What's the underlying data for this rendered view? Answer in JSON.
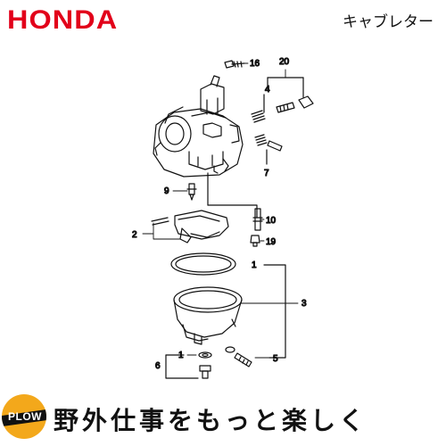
{
  "brand": {
    "logo": "HONDA",
    "color": "#e2001a"
  },
  "product_title": "キャブレター",
  "diagram": {
    "callouts": [
      {
        "id": "16",
        "label": "16"
      },
      {
        "id": "20",
        "label": "20"
      },
      {
        "id": "4",
        "label": "4"
      },
      {
        "id": "7",
        "label": "7"
      },
      {
        "id": "9",
        "label": "9"
      },
      {
        "id": "10",
        "label": "10"
      },
      {
        "id": "2",
        "label": "2"
      },
      {
        "id": "19",
        "label": "19"
      },
      {
        "id": "1",
        "label": "1"
      },
      {
        "id": "3",
        "label": "3"
      },
      {
        "id": "1b",
        "label": "1"
      },
      {
        "id": "6",
        "label": "6"
      },
      {
        "id": "5",
        "label": "5"
      }
    ]
  },
  "footer": {
    "badge_text": "PLOW",
    "badge_color": "#f3a81b",
    "slogan": "野外仕事をもっと楽しく"
  }
}
